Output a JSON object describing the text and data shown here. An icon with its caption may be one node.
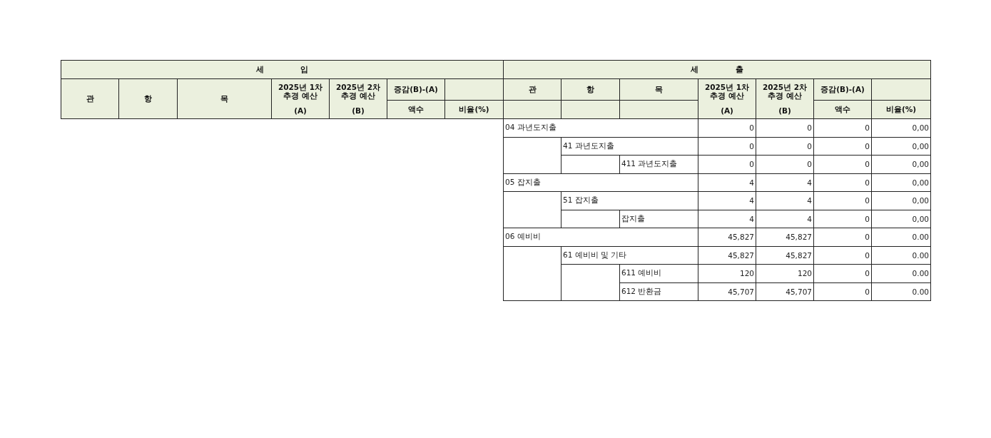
{
  "diagram": {
    "labels": [
      "세 입",
      "세 출",
      "관",
      "항",
      "목",
      "2025년 1차 추경 예산",
      "(A)",
      "2025년 2차 추경 예산",
      "(B)",
      "증감(B)-(A)",
      "관",
      "항",
      "목",
      "2025년 1차 추경 예산",
      "(A)",
      "2025년 2차 추경 예산",
      "(B)",
      "증감(B)-(A)",
      "액수",
      "비율(%)",
      "액수",
      "비율(%)",
      "04 과년도지출",
      "0",
      "0",
      "0",
      "0,00",
      "41 과년도지출",
      "0",
      "0",
      "0",
      "0,00",
      "411 과년도지출",
      "0",
      "0",
      "0",
      "0,00",
      "05 잡지출",
      "4",
      "4",
      "0",
      "0,00",
      "51 잡지출",
      "4",
      "4",
      "0",
      "0,00",
      "잡지출",
      "4",
      "4",
      "0",
      "0,00",
      "06 예비비",
      "45,827",
      "45,827",
      "0",
      "0.00",
      "61 예비비 및 기타",
      "45,827",
      "45,827",
      "0",
      "0.00",
      "611 예비비",
      "120",
      "120",
      "0",
      "0.00",
      "612 반환금",
      "45,707",
      "45,707",
      "0",
      "0.00"
    ]
  }
}
